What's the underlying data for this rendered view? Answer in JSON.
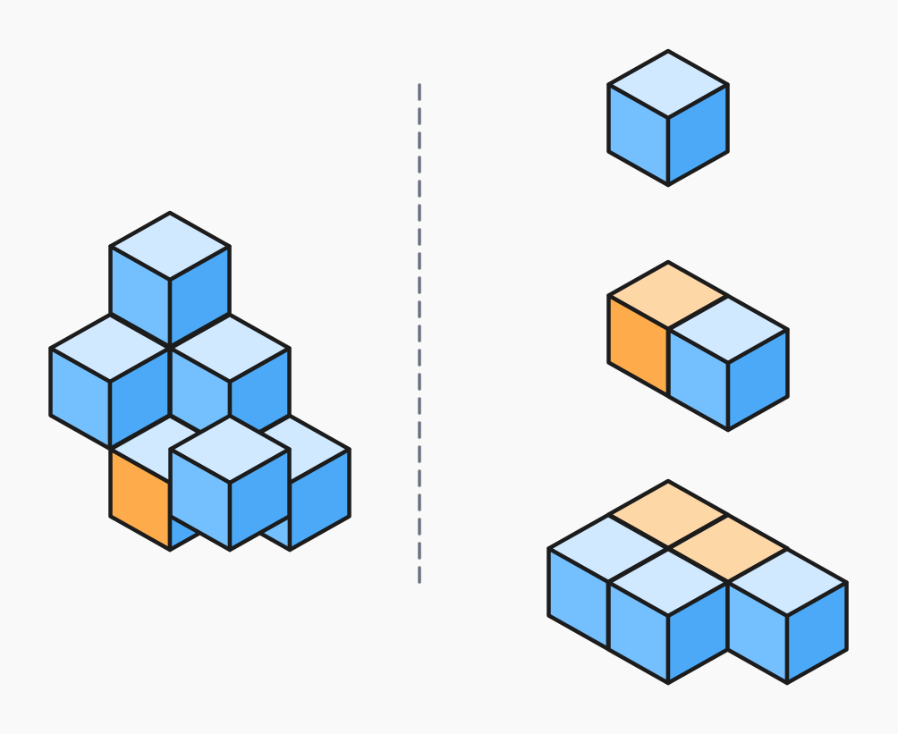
{
  "palette": {
    "background": "#f9f9f9",
    "outline": "#1c1c1c",
    "divider": "#6b7280",
    "blue_top": "#d1e9ff",
    "blue_left": "#74c0ff",
    "blue_right": "#4ba9f7",
    "orange_top": "#fed7a6",
    "orange_left": "#fdab4b",
    "orange_right": "#f7931e"
  },
  "figures": [
    {
      "id": "assembled-figure",
      "role": "whole",
      "cubes": [
        {
          "id": "c1",
          "color": "blue"
        },
        {
          "id": "c2",
          "color": "blue"
        },
        {
          "id": "c3",
          "color": "blue"
        },
        {
          "id": "c4",
          "color": "blue",
          "left_face": "orange"
        },
        {
          "id": "c5",
          "color": "blue"
        },
        {
          "id": "c6",
          "color": "blue"
        }
      ]
    },
    {
      "id": "part-single-cube",
      "role": "part",
      "cubes": [
        {
          "id": "p1",
          "color": "blue"
        }
      ]
    },
    {
      "id": "part-two-cubes",
      "role": "part",
      "cubes": [
        {
          "id": "q1",
          "color": "orange",
          "left_face": "orange",
          "right_face": "blue"
        },
        {
          "id": "q2",
          "color": "blue"
        }
      ]
    },
    {
      "id": "part-four-cubes",
      "role": "part",
      "cubes": [
        {
          "id": "r1",
          "color": "orange",
          "right_face": "blue"
        },
        {
          "id": "r2",
          "color": "orange"
        },
        {
          "id": "r3",
          "color": "blue"
        },
        {
          "id": "r4",
          "color": "blue"
        },
        {
          "id": "r5",
          "color": "blue"
        }
      ]
    }
  ]
}
